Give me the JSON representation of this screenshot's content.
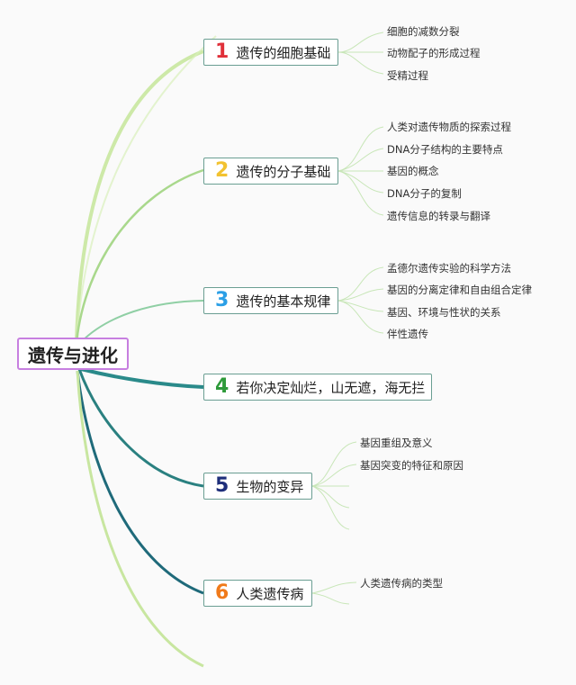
{
  "root": {
    "label": "遗传与进化"
  },
  "branches": [
    {
      "num": "1",
      "label": "遗传的细胞基础",
      "color": "#e0303a",
      "items": [
        "细胞的减数分裂",
        "动物配子的形成过程",
        "受精过程"
      ]
    },
    {
      "num": "2",
      "label": "遗传的分子基础",
      "color": "#f2c230",
      "items": [
        "人类对遗传物质的探索过程",
        "DNA分子结构的主要特点",
        "基因的概念",
        "DNA分子的复制",
        "遗传信息的转录与翻译"
      ]
    },
    {
      "num": "3",
      "label": "遗传的基本规律",
      "color": "#2b9fe6",
      "items": [
        "孟德尔遗传实验的科学方法",
        "基因的分离定律和自由组合定律",
        "基因、环境与性状的关系",
        "伴性遗传"
      ]
    },
    {
      "num": "4",
      "label": "若你决定灿烂，山无遮，海无拦",
      "color": "#2e9a3a",
      "items": []
    },
    {
      "num": "5",
      "label": "生物的变异",
      "color": "#1e2e7a",
      "items": [
        "基因重组及意义",
        "基因突变的特征和原因",
        "",
        ""
      ]
    },
    {
      "num": "6",
      "label": "人类遗传病",
      "color": "#f07a1a",
      "items": [
        "人类遗传病的类型"
      ]
    }
  ],
  "colors": {
    "root_border": "#c77fe0",
    "branch_border": "#6a9e92",
    "curve_light": "#c8e6a0",
    "curve_mid": "#8fcfa4",
    "curve_teal": "#2a8a8a",
    "curve_dark": "#1f6a7a",
    "leaf_line": "#b8deb0"
  }
}
